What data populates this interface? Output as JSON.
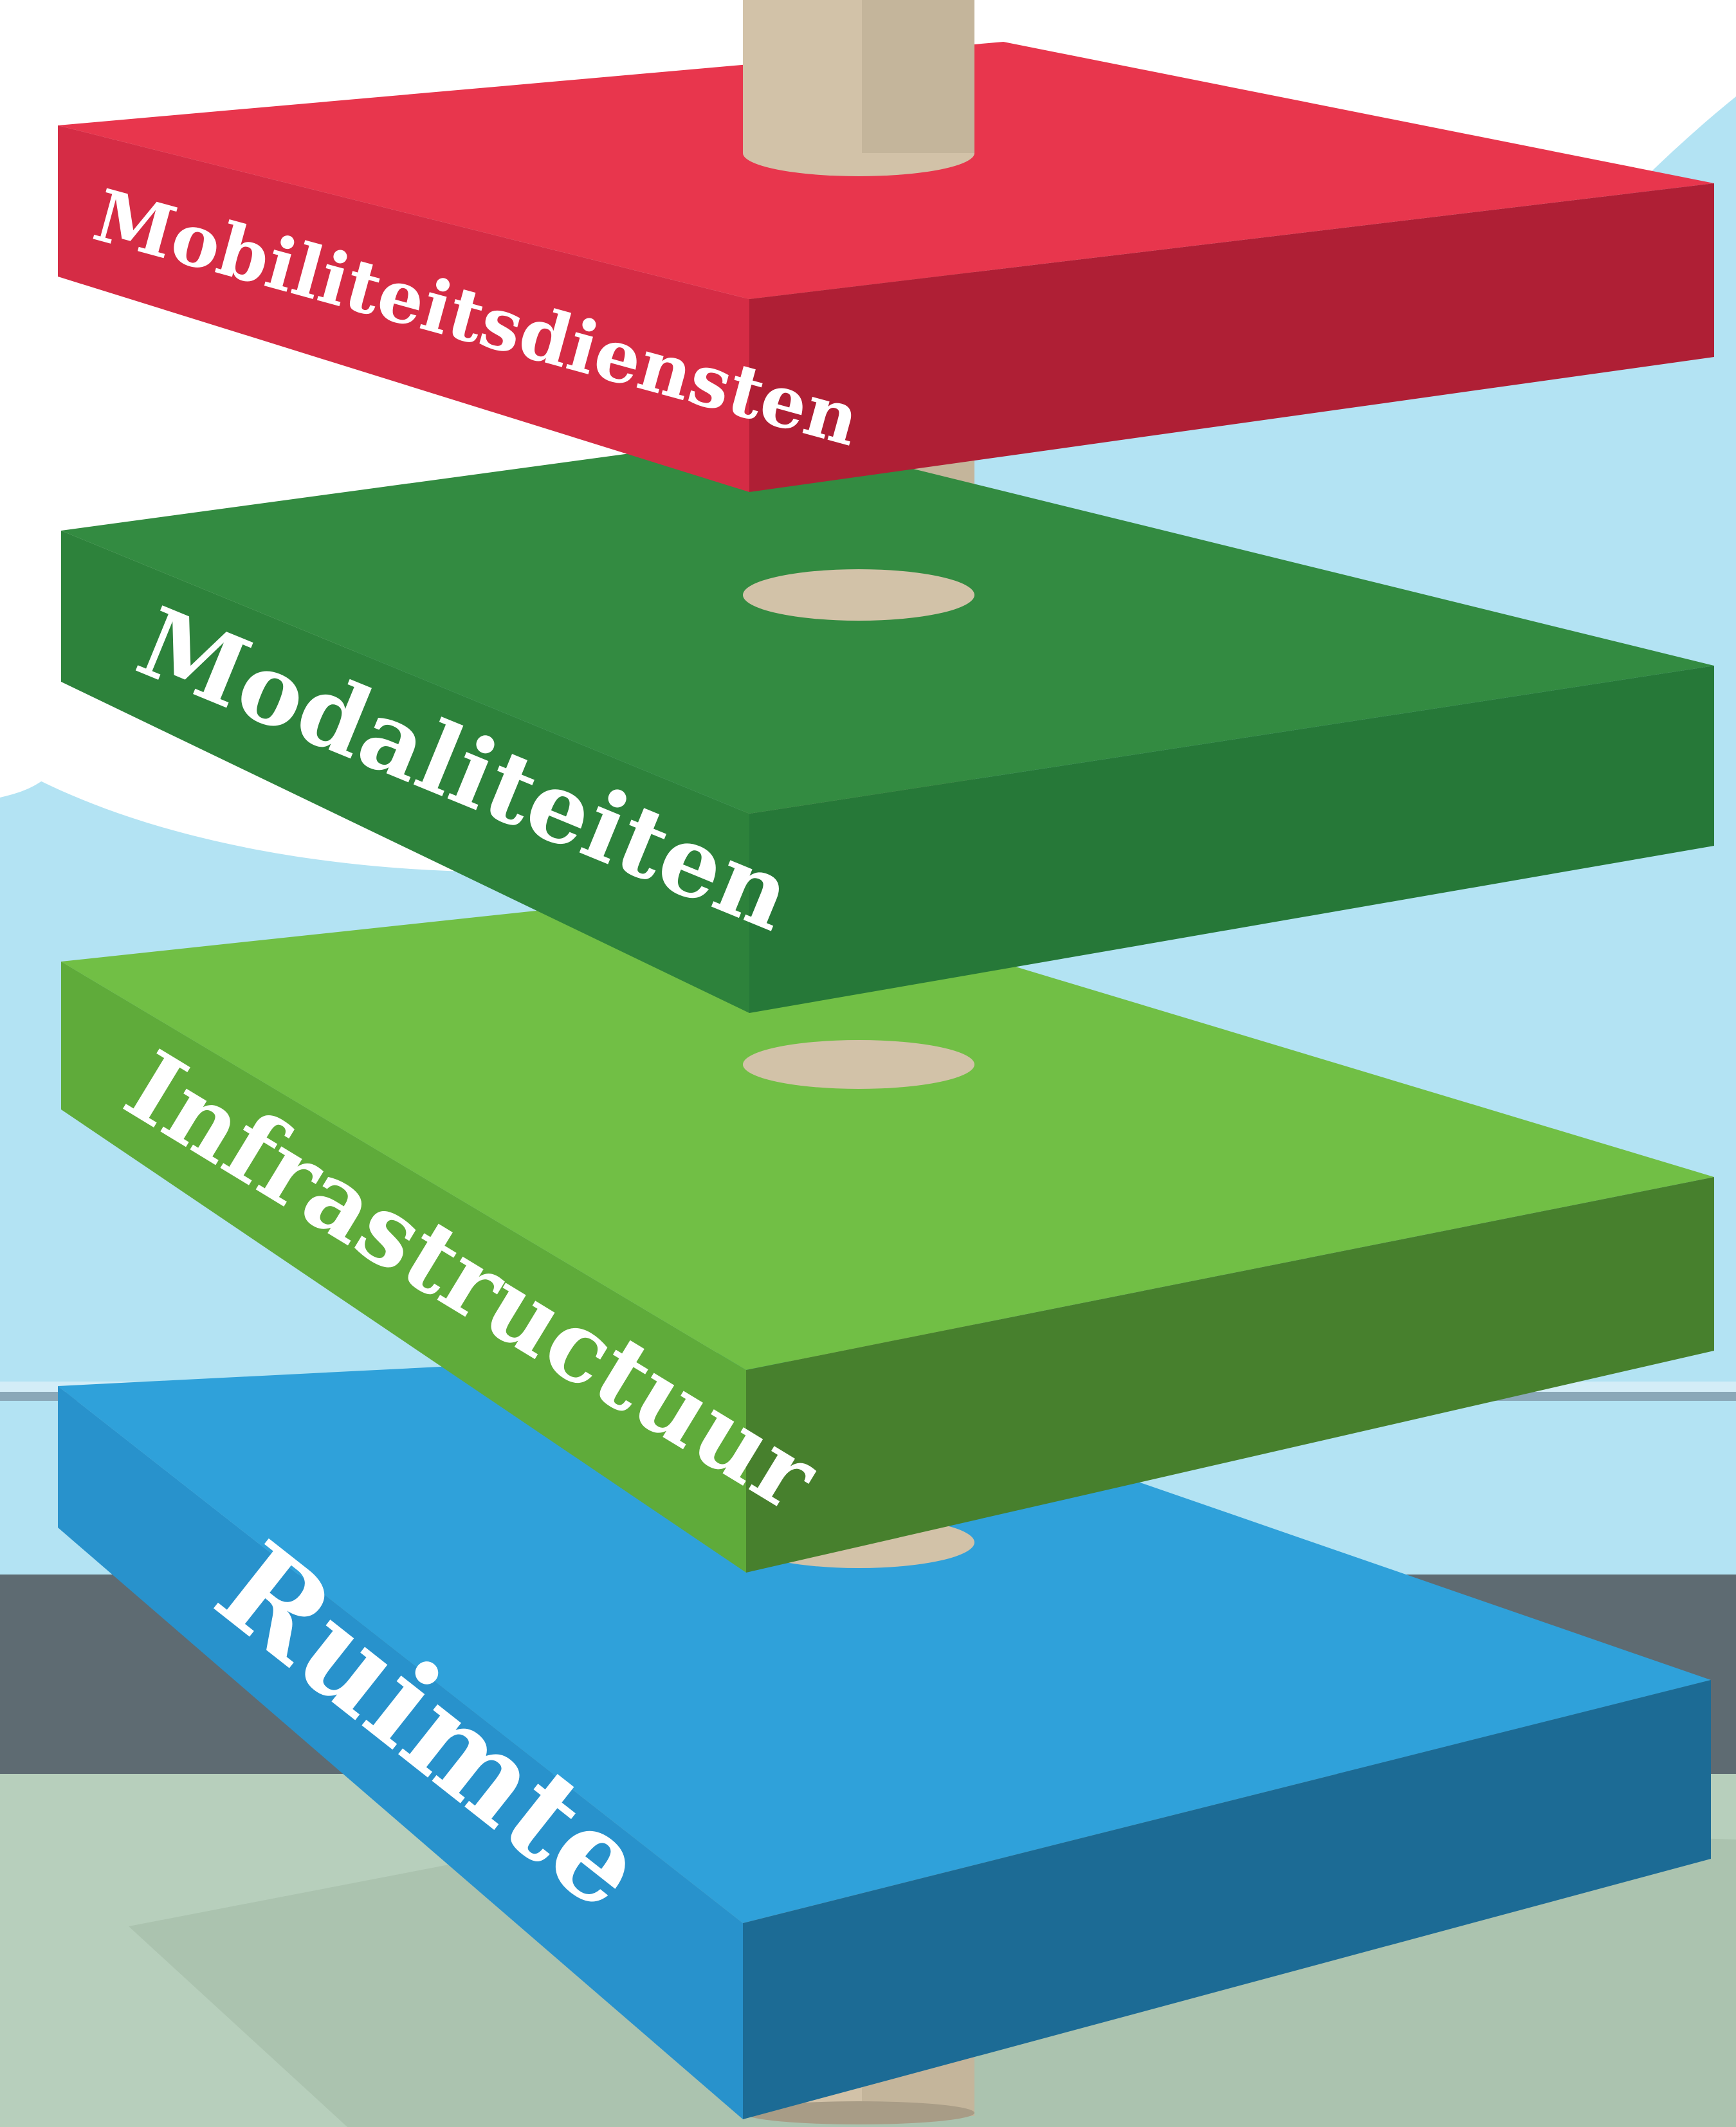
{
  "layers": [
    {
      "label": "Mobiliteitsdiensten",
      "color_top": "#e8364d",
      "color_left": "#d52c45",
      "color_right": "#af1f35"
    },
    {
      "label": "Modaliteiten",
      "color_top": "#338b41",
      "color_left": "#2d823b",
      "color_right": "#267838"
    },
    {
      "label": "Infrastructuur",
      "color_top": "#71bf45",
      "color_left": "#5fab3a",
      "color_right": "#47802d"
    },
    {
      "label": "Ruimte",
      "color_top": "#2fa1da",
      "color_left": "#2892cc",
      "color_right": "#1c6b95"
    }
  ],
  "colors": {
    "sky": "#b3e3f3",
    "cloud": "#ffffff",
    "rail": "#8aa8b8",
    "wall": "#5e6b72",
    "floor": "#b7cfbc",
    "pole": "#d2c2a8",
    "pole_shade": "#c4b59b"
  }
}
